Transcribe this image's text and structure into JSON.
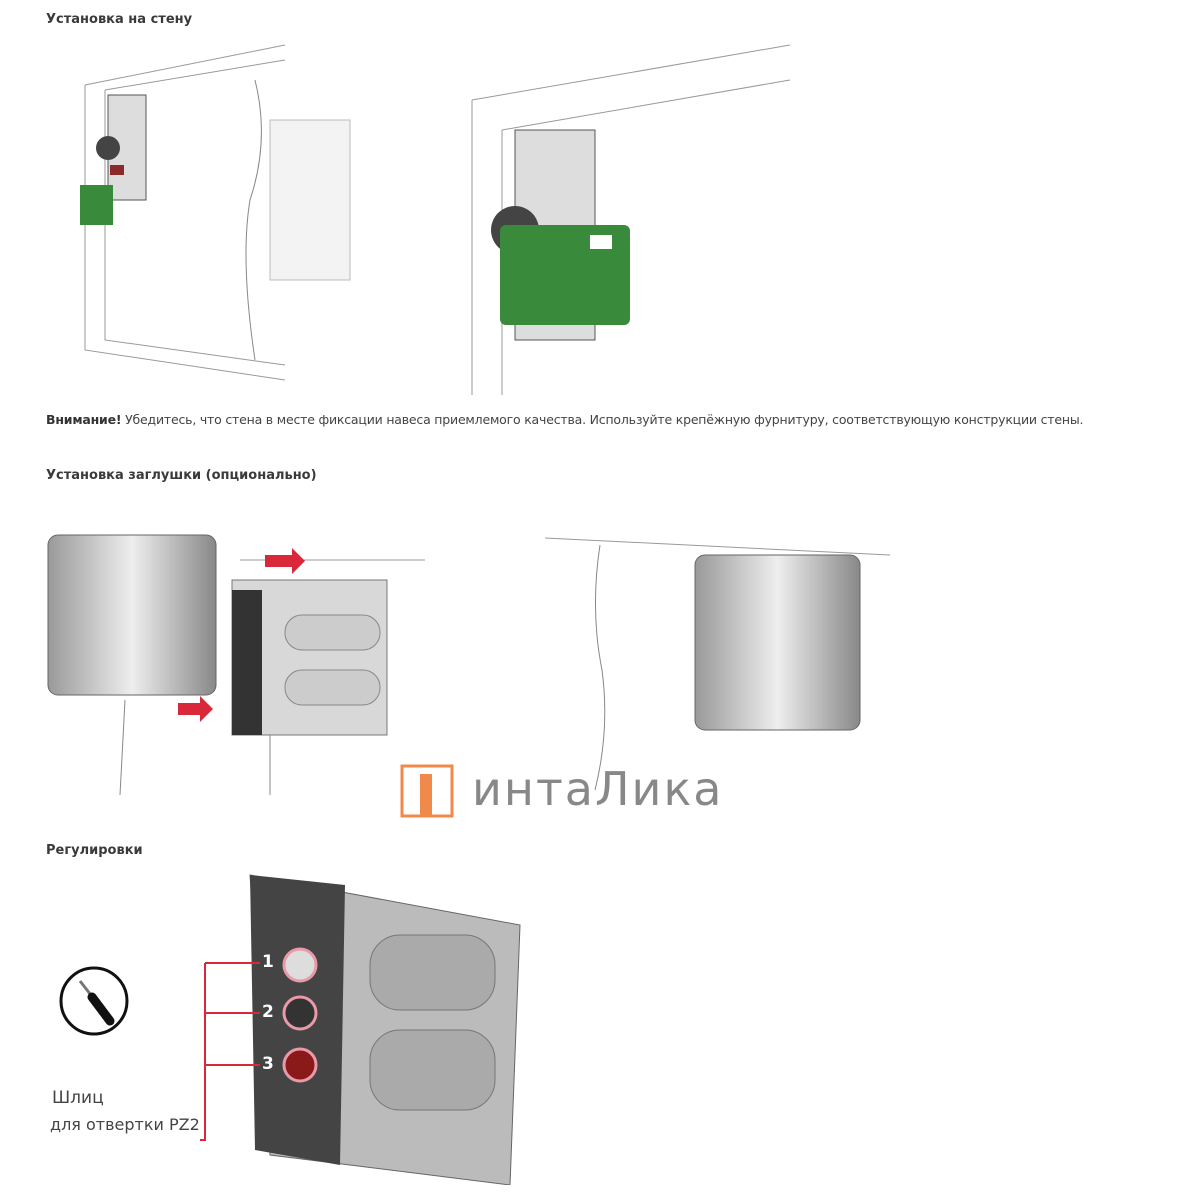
{
  "sections": {
    "wall": {
      "title": "Установка на стену"
    },
    "warning": {
      "strong": "Внимание!",
      "text": " Убедитесь, что стена в месте фиксации навеса приемлемого качества. Используйте крепёжную фурнитуру, соответствующую конструкции стены."
    },
    "cap": {
      "title": "Установка заглушки (опционально)"
    },
    "adjust": {
      "title": "Регулировки",
      "numbers": [
        "1",
        "2",
        "3"
      ],
      "label_line1": "Шлиц",
      "label_line2": "для отвертки PZ2"
    }
  },
  "watermark": {
    "brand": "интаЛика"
  },
  "colors": {
    "accent": "#d8283a",
    "green": "#3a8a3c",
    "orange": "#f08a4b"
  }
}
